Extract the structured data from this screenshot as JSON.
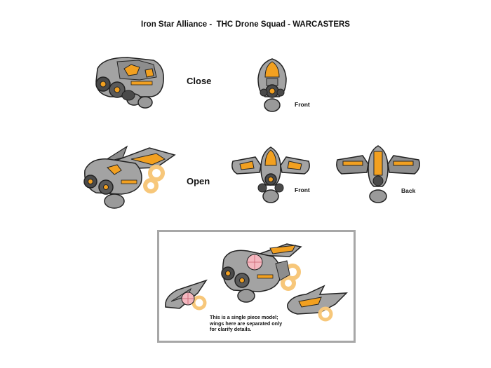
{
  "title": "Iron Star Alliance -  THC Drone Squad - WARCASTERS",
  "labels": {
    "close": "Close",
    "open": "Open",
    "front": "Front",
    "back": "Back"
  },
  "note_lines": [
    "This is a single piece model;",
    "wings here are separated only",
    "for clarify details."
  ],
  "colors": {
    "body_gray": "#a3a3a3",
    "dark_gray": "#4a4a4a",
    "accent_orange": "#f2a020",
    "glow_orange": "#f7c77a",
    "pink_marker": "#f4b8c0",
    "frame_gray": "#a7a7a7"
  }
}
